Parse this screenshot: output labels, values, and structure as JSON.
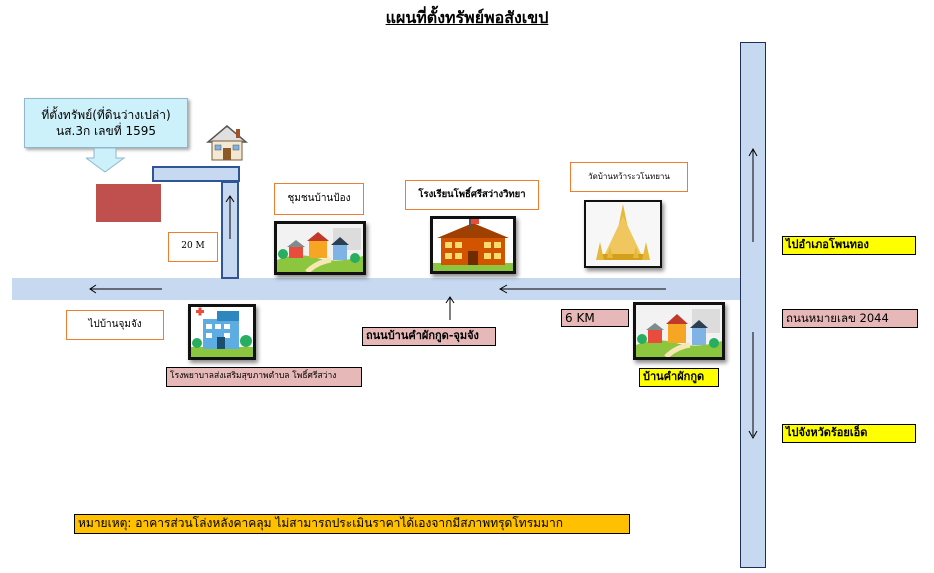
{
  "title": "แผนที่ตั้งทรัพย์พอสังเขป",
  "property_callout": {
    "line1": "ที่ตั้งทรัพย์(ที่ดินว่างเปล่า)",
    "line2": "นส.3ก เลขที่ 1595"
  },
  "labels": {
    "distance_20m": "20 M",
    "village_ban_pong": "ชุมชนบ้านป้อง",
    "school": "โรงเรียนโพธิ์ศรีสว่างวิทยา",
    "temple": "วัดบ้านหว้าระวโนทยาน",
    "to_ban_chum_chang": "ไปบ้านจุมจัง",
    "hospital": "โรงพยาบาลส่งเสริมสุขภาพตำบล โพธิ์ศรีสว่าง",
    "road_kham_phak_kut": "ถนนบ้านคำผักกูด-จุมจัง",
    "distance_6km": "6 KM",
    "village_kham_phak_kut": "บ้านคำผักกูด",
    "to_phon_thong": "ไปอำเภอโพนทอง",
    "highway_2044": "ถนนหมายเลข 2044",
    "to_roi_et": "ไปจังหวัดร้อยเอ็ด"
  },
  "note": "หมายเหตุ: อาคารส่วนโล่งหลังคาคลุม ไม่สามารถประเมินราคาได้เองจากมีสภาพทรุดโทรมมาก",
  "colors": {
    "road": "#c6d9f1",
    "plot": "#c0504d",
    "callout": "#cdf1fa",
    "label_yellow": "#ffff00",
    "label_pink": "#e6b9b8",
    "note_orange": "#ffc000",
    "box_border_orange": "#ed7d31"
  },
  "icons": [
    "house-icon",
    "village-icon",
    "school-icon",
    "temple-icon",
    "hospital-icon",
    "arrow-icon"
  ]
}
